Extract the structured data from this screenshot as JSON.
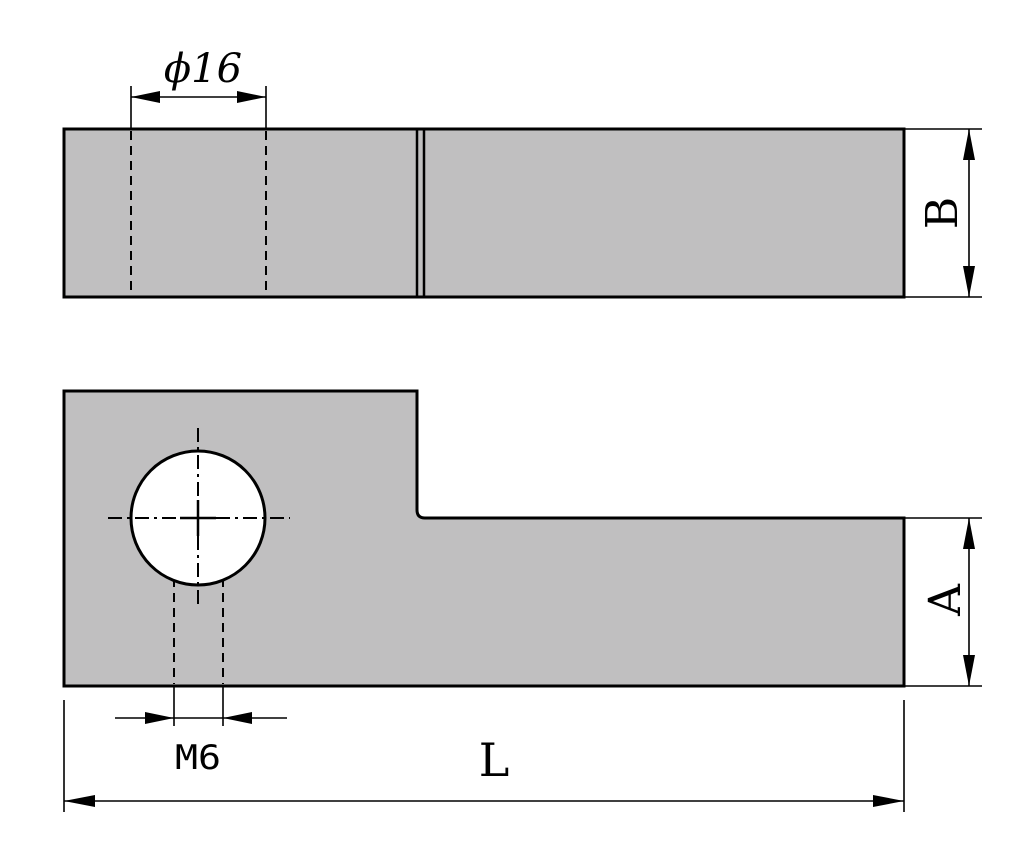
{
  "dimensions": {
    "bore": "ϕ16",
    "width": "B",
    "height": "A",
    "length": "L",
    "thread": "M6"
  },
  "colors": {
    "part_fill": "#c0bfc0",
    "line": "#000000",
    "hole_fill": "#ffffff"
  }
}
